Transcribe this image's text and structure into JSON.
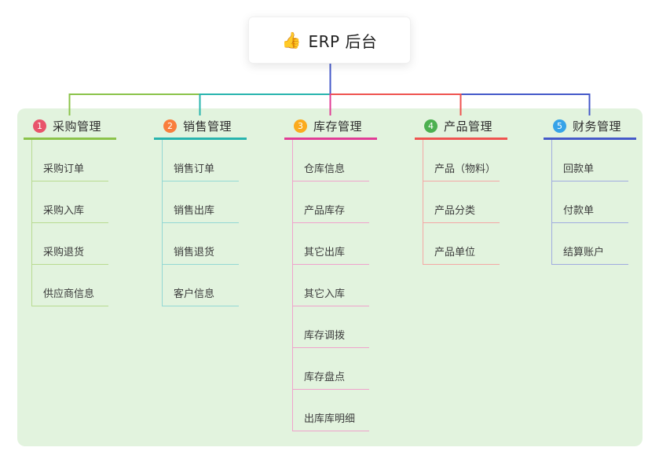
{
  "root": {
    "icon": "👍",
    "label": "ERP 后台"
  },
  "stem_color": "#4559c9",
  "canvas_bg": "#e2f3de",
  "branches": [
    {
      "num": "1",
      "label": "采购管理",
      "badge_color": "#e8546b",
      "line_color": "#8bc34a",
      "light_color": "#b8db90",
      "children": [
        {
          "label": "采购订单"
        },
        {
          "label": "采购入库"
        },
        {
          "label": "采购退货"
        },
        {
          "label": "供应商信息"
        }
      ]
    },
    {
      "num": "2",
      "label": "销售管理",
      "badge_color": "#f97e3d",
      "line_color": "#28b4ae",
      "light_color": "#93d8d4",
      "children": [
        {
          "label": "销售订单"
        },
        {
          "label": "销售出库"
        },
        {
          "label": "销售退货"
        },
        {
          "label": "客户信息"
        }
      ]
    },
    {
      "num": "3",
      "label": "库存管理",
      "badge_color": "#fbab1e",
      "line_color": "#e13c96",
      "light_color": "#f0a2cc",
      "children": [
        {
          "label": "仓库信息"
        },
        {
          "label": "产品库存"
        },
        {
          "label": "其它出库"
        },
        {
          "label": "其它入库"
        },
        {
          "label": "库存调拨"
        },
        {
          "label": "库存盘点"
        },
        {
          "label": "出库库明细"
        }
      ]
    },
    {
      "num": "4",
      "label": "产品管理",
      "badge_color": "#4cb050",
      "line_color": "#ef5350",
      "light_color": "#f4a7a5",
      "children": [
        {
          "label": "产品（物料）"
        },
        {
          "label": "产品分类"
        },
        {
          "label": "产品单位"
        }
      ]
    },
    {
      "num": "5",
      "label": "财务管理",
      "badge_color": "#36a3e8",
      "line_color": "#4559c9",
      "light_color": "#a0abe0",
      "children": [
        {
          "label": "回款单"
        },
        {
          "label": "付款单"
        },
        {
          "label": "结算账户"
        }
      ]
    }
  ]
}
